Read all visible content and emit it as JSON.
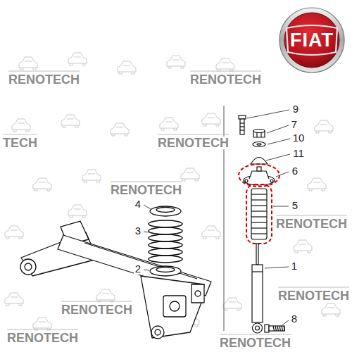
{
  "diagram": {
    "labels": [
      "FIAT",
      "RENOTECH",
      "RENOTECH",
      "9",
      "7",
      "TECH",
      "RENOTECH",
      "10",
      "11",
      "6",
      "RENOTECH",
      "4",
      "5",
      "RENOTECH",
      "3",
      "1",
      "2",
      "RENOTECH",
      "RENOTECH",
      "8",
      "RENOTECH",
      "RENOTECH"
    ]
  }
}
